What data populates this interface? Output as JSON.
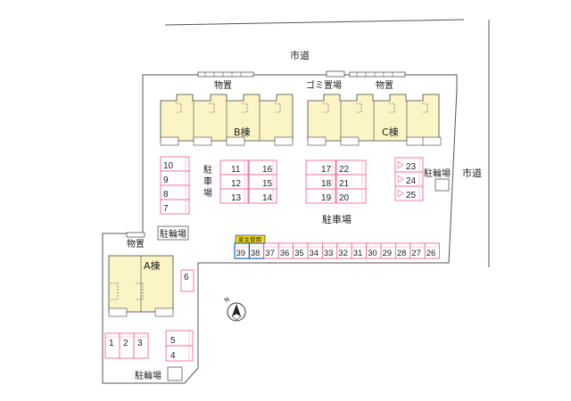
{
  "labels": {
    "road_top": "市道",
    "road_right": "市道",
    "storage_b": "物置",
    "garbage": "ゴミ置場",
    "storage_c": "物置",
    "storage_a": "物置",
    "building_b": "B棟",
    "building_c": "C棟",
    "building_a": "A棟",
    "parking_vertical": "駐車場",
    "parking_main": "駐車場",
    "bike_left": "駐輪場",
    "bike_right": "駐輪場",
    "bike_bottom": "駐輪場",
    "landlord": "家主使用",
    "north": "N"
  },
  "parking": {
    "col_a": [
      "10",
      "9",
      "8",
      "7"
    ],
    "col_b_left": [
      "11",
      "12",
      "13"
    ],
    "col_b_right": [
      "16",
      "15",
      "14"
    ],
    "col_c_left": [
      "17",
      "18",
      "19"
    ],
    "col_c_right": [
      "22",
      "21",
      "20"
    ],
    "col_d": [
      "23",
      "24",
      "25"
    ],
    "row_bottom": [
      "39",
      "38",
      "37",
      "36",
      "35",
      "34",
      "33",
      "32",
      "31",
      "30",
      "29",
      "28",
      "27",
      "26"
    ],
    "a_building_row": [
      "1",
      "2",
      "3"
    ],
    "a_right_col": [
      "5",
      "4"
    ],
    "space_6": "6"
  },
  "colors": {
    "lot_line": "#555555",
    "building_fill": "#fbf4c5",
    "building_line": "#444444",
    "parking_pink": "#f05a8c",
    "landlord_yellow": "#f5d800",
    "landlord_blue": "#1e5bd6"
  }
}
